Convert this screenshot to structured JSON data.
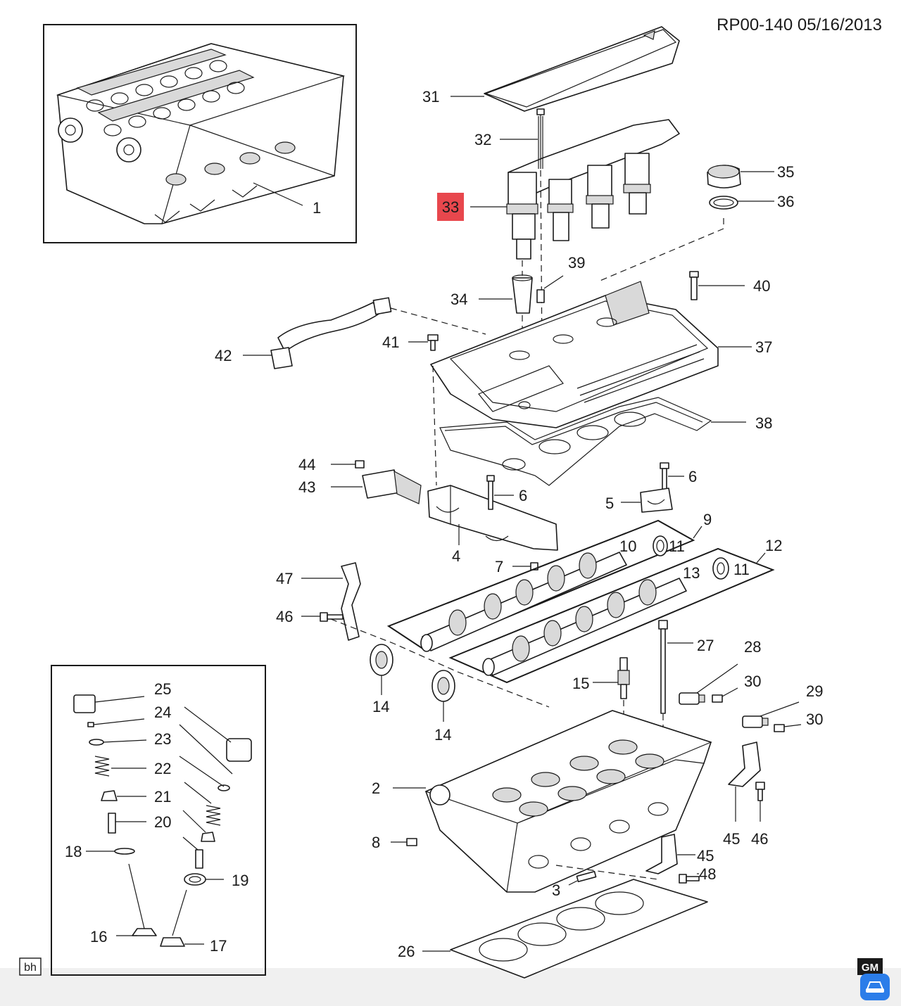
{
  "header": {
    "reference": "RP00-140  05/16/2013"
  },
  "highlight": {
    "callout": "33",
    "color": "#e8474d"
  },
  "callouts": {
    "c1": "1",
    "c2": "2",
    "c3": "3",
    "c4": "4",
    "c5": "5",
    "c6a": "6",
    "c6b": "6",
    "c7": "7",
    "c8": "8",
    "c9": "9",
    "c10": "10",
    "c11a": "11",
    "c11b": "11",
    "c12": "12",
    "c13": "13",
    "c14a": "14",
    "c14b": "14",
    "c15": "15",
    "c16": "16",
    "c17": "17",
    "c18": "18",
    "c19": "19",
    "c20": "20",
    "c21": "21",
    "c22": "22",
    "c23": "23",
    "c24": "24",
    "c25": "25",
    "c26": "26",
    "c27": "27",
    "c28": "28",
    "c29": "29",
    "c30a": "30",
    "c30b": "30",
    "c31": "31",
    "c32": "32",
    "c33": "33",
    "c34": "34",
    "c35": "35",
    "c36": "36",
    "c37": "37",
    "c38": "38",
    "c39": "39",
    "c40": "40",
    "c41": "41",
    "c42": "42",
    "c43": "43",
    "c44": "44",
    "c45a": "45",
    "c45b": "45",
    "c46a": "46",
    "c46b": "46",
    "c47": "47",
    "c48": "48"
  },
  "footer": {
    "left_tag": "bh",
    "logo": "GM",
    "logo_color": "#1a1a1a",
    "app_icon": "car-chat-icon",
    "app_icon_color": "#2b7de9"
  }
}
